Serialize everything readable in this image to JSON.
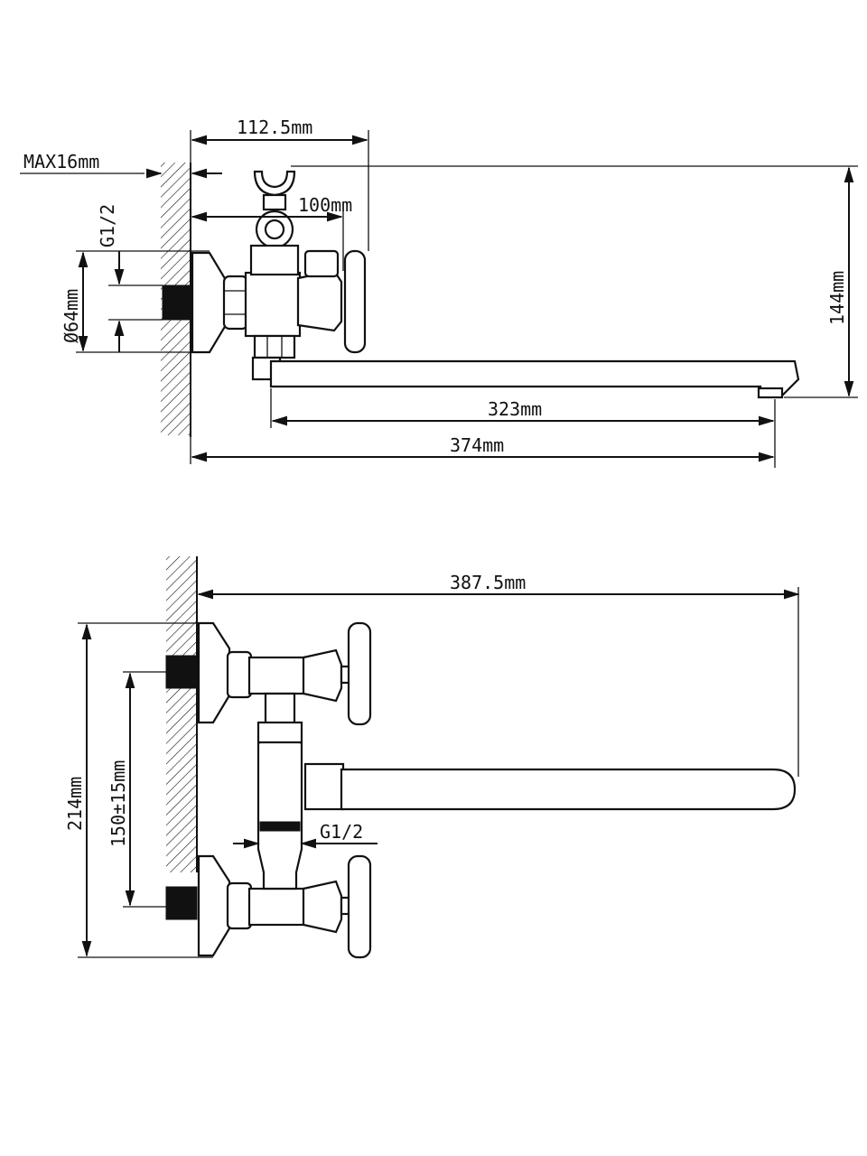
{
  "side_view": {
    "dims": {
      "width_total": "112.5mm",
      "wall_max": "MAX16mm",
      "thread": "G1/2",
      "holder_offset": "100mm",
      "flange_diameter": "Ø64mm",
      "height": "144mm",
      "spout_reach": "323mm",
      "overall_length": "374mm"
    }
  },
  "top_view": {
    "dims": {
      "spout_length": "387.5mm",
      "overall_span": "214mm",
      "center_distance": "150±15mm",
      "thread": "G1/2"
    }
  },
  "colors": {
    "ink": "#111111",
    "background": "#ffffff"
  }
}
